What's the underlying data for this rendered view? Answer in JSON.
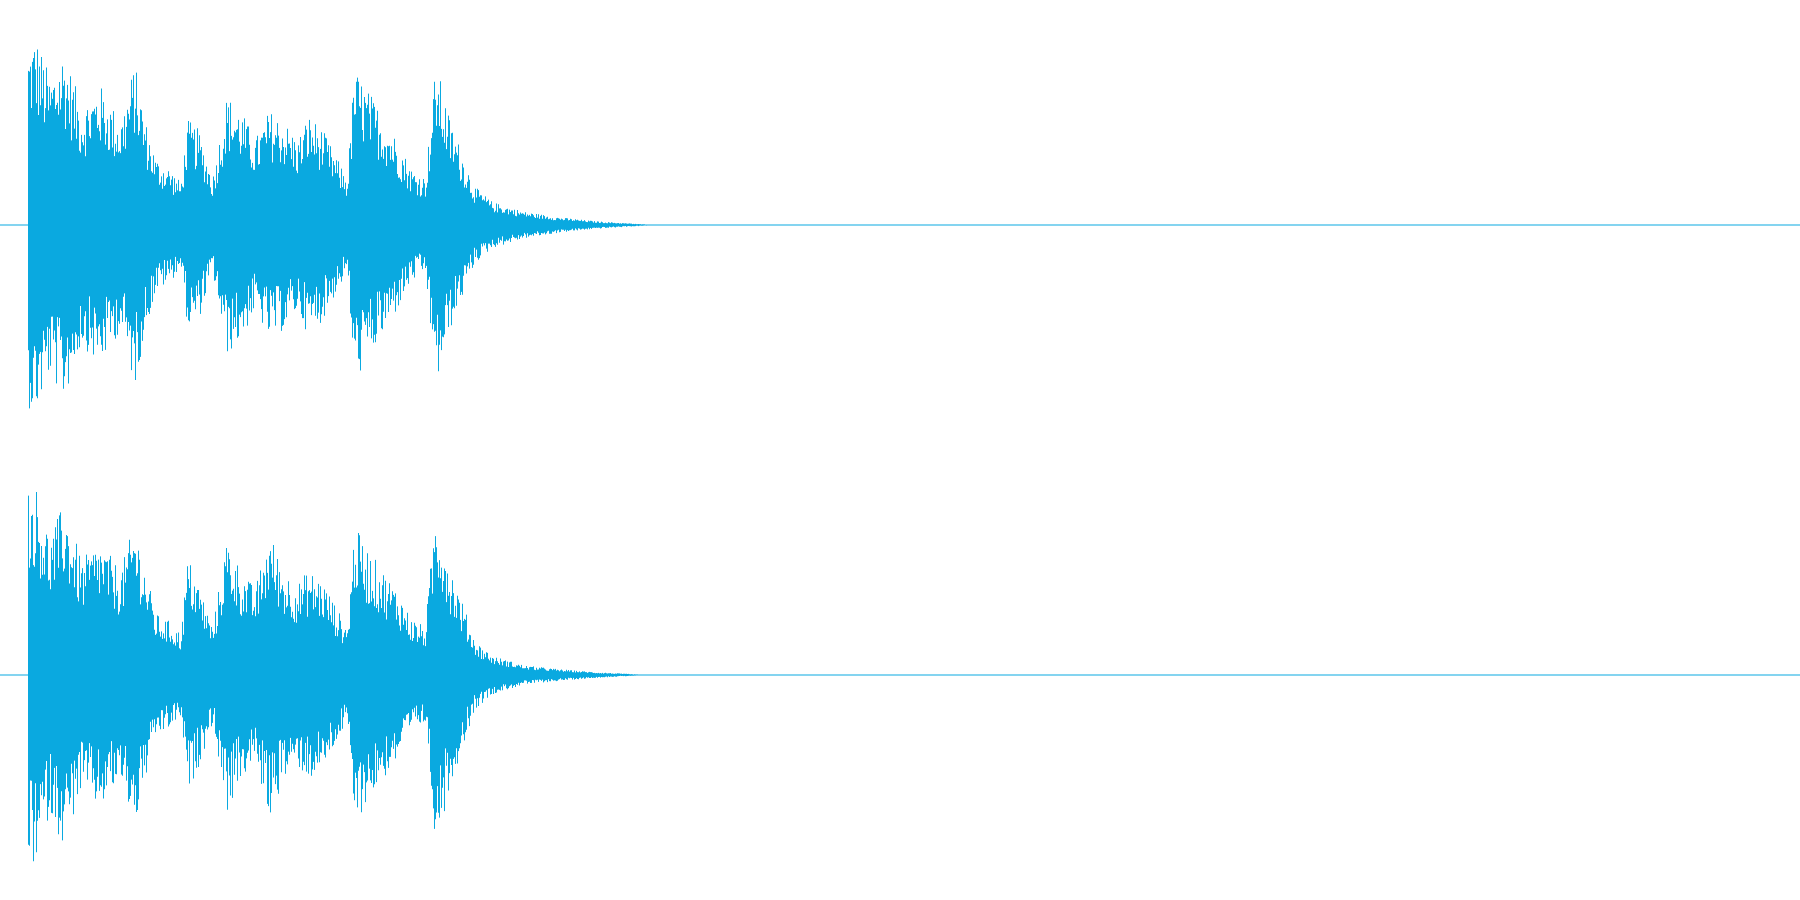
{
  "waveform": {
    "color": "#0aa9e0",
    "background": "#ffffff",
    "channel_count": 2,
    "visible_duration_fraction": 0.35,
    "channels": [
      {
        "name": "",
        "envelope_segments": [
          [
            0.0,
            0.95
          ],
          [
            0.004,
            1.0
          ],
          [
            0.012,
            0.78
          ],
          [
            0.02,
            0.92
          ],
          [
            0.03,
            0.62
          ],
          [
            0.04,
            0.74
          ],
          [
            0.052,
            0.55
          ],
          [
            0.06,
            0.85
          ],
          [
            0.066,
            0.55
          ],
          [
            0.072,
            0.35
          ],
          [
            0.08,
            0.3
          ],
          [
            0.086,
            0.22
          ],
          [
            0.09,
            0.55
          ],
          [
            0.096,
            0.5
          ],
          [
            0.104,
            0.25
          ],
          [
            0.112,
            0.68
          ],
          [
            0.12,
            0.6
          ],
          [
            0.128,
            0.45
          ],
          [
            0.136,
            0.6
          ],
          [
            0.144,
            0.55
          ],
          [
            0.152,
            0.45
          ],
          [
            0.158,
            0.58
          ],
          [
            0.166,
            0.5
          ],
          [
            0.174,
            0.35
          ],
          [
            0.18,
            0.25
          ],
          [
            0.184,
            0.82
          ],
          [
            0.192,
            0.7
          ],
          [
            0.2,
            0.58
          ],
          [
            0.208,
            0.45
          ],
          [
            0.216,
            0.3
          ],
          [
            0.224,
            0.25
          ],
          [
            0.23,
            0.85
          ],
          [
            0.238,
            0.55
          ],
          [
            0.246,
            0.35
          ],
          [
            0.252,
            0.2
          ],
          [
            0.262,
            0.12
          ],
          [
            0.28,
            0.07
          ],
          [
            0.3,
            0.04
          ],
          [
            0.32,
            0.02
          ],
          [
            0.34,
            0.008
          ],
          [
            0.355,
            0.0
          ]
        ]
      },
      {
        "name": "",
        "envelope_segments": [
          [
            0.0,
            0.98
          ],
          [
            0.004,
            1.0
          ],
          [
            0.012,
            0.72
          ],
          [
            0.02,
            0.9
          ],
          [
            0.03,
            0.6
          ],
          [
            0.04,
            0.7
          ],
          [
            0.052,
            0.55
          ],
          [
            0.06,
            0.8
          ],
          [
            0.066,
            0.55
          ],
          [
            0.072,
            0.32
          ],
          [
            0.08,
            0.28
          ],
          [
            0.086,
            0.22
          ],
          [
            0.09,
            0.62
          ],
          [
            0.096,
            0.48
          ],
          [
            0.104,
            0.25
          ],
          [
            0.112,
            0.72
          ],
          [
            0.12,
            0.55
          ],
          [
            0.128,
            0.45
          ],
          [
            0.136,
            0.75
          ],
          [
            0.144,
            0.55
          ],
          [
            0.152,
            0.48
          ],
          [
            0.158,
            0.55
          ],
          [
            0.166,
            0.5
          ],
          [
            0.174,
            0.35
          ],
          [
            0.18,
            0.25
          ],
          [
            0.184,
            0.78
          ],
          [
            0.192,
            0.65
          ],
          [
            0.2,
            0.55
          ],
          [
            0.208,
            0.45
          ],
          [
            0.216,
            0.3
          ],
          [
            0.224,
            0.25
          ],
          [
            0.23,
            0.9
          ],
          [
            0.238,
            0.58
          ],
          [
            0.246,
            0.35
          ],
          [
            0.252,
            0.18
          ],
          [
            0.262,
            0.1
          ],
          [
            0.28,
            0.05
          ],
          [
            0.3,
            0.03
          ],
          [
            0.32,
            0.015
          ],
          [
            0.34,
            0.005
          ],
          [
            0.35,
            0.0
          ]
        ]
      }
    ]
  }
}
